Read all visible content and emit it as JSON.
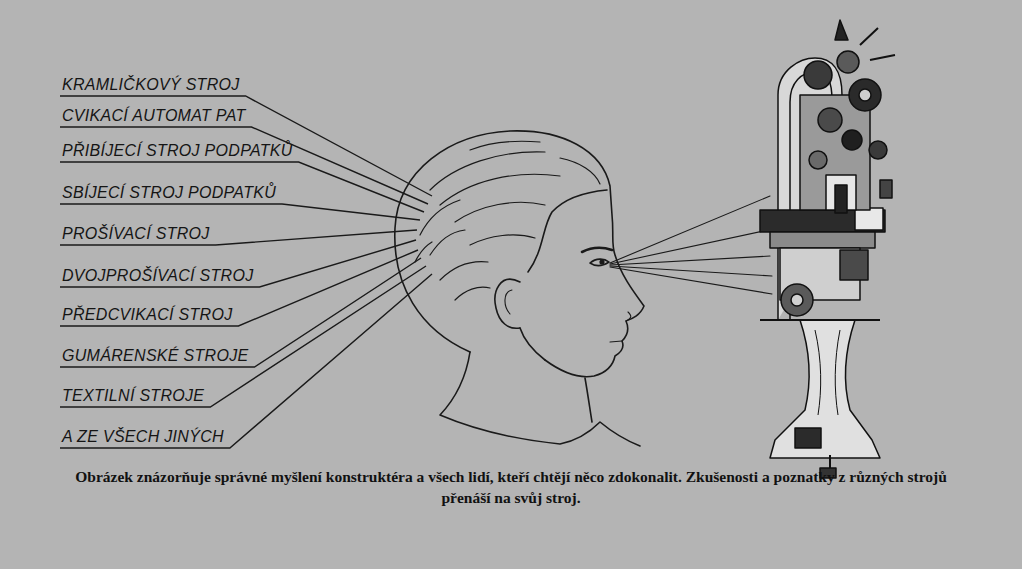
{
  "diagram": {
    "caption": "Obrázek znázorňuje správné myšlení konstruktéra a všech lidí, kteří chtějí něco zdokonalit. Zkušenosti a poznatky z různých strojů přenáší na svůj stroj.",
    "labels": [
      "KRAMLIČKOVÝ STROJ",
      "CVIKACÍ AUTOMAT PAT",
      "PŘIBÍJECÍ STROJ PODPATKŮ",
      "SBÍJECÍ STROJ PODPATKŮ",
      "PROŠÍVACÍ STROJ",
      "DVOJPROŠÍVACÍ STROJ",
      "PŘEDCVIKACÍ STROJ",
      "GUMÁRENSKÉ STROJE",
      "TEXTILNÍ STROJE",
      "A ZE VŠECH JINÝCH"
    ]
  }
}
